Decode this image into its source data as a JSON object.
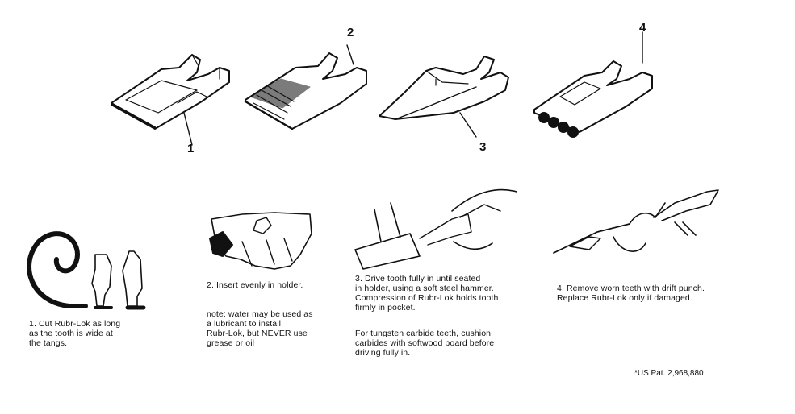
{
  "figure_numbers": {
    "one": "1",
    "two": "2",
    "three": "3",
    "four": "4"
  },
  "instructions": {
    "step1": "1. Cut Rubr-Lok as long\nas the tooth is wide at\nthe tangs.",
    "step2": "2. Insert evenly in holder.",
    "step2_note": "note: water may be used as\na lubricant to install\nRubr-Lok, but NEVER use\ngrease or oil",
    "step3": "3. Drive tooth fully in until seated\nin holder, using a soft steel hammer.\nCompression of Rubr-Lok holds tooth\nfirmly in pocket.",
    "step3_note": "For tungsten carbide teeth, cushion\ncarbides with softwood board before\ndriving fully in.",
    "step4": "4. Remove worn teeth with drift punch.\nReplace Rubr-Lok only if damaged."
  },
  "patent": "*US Pat. 2,968,880"
}
